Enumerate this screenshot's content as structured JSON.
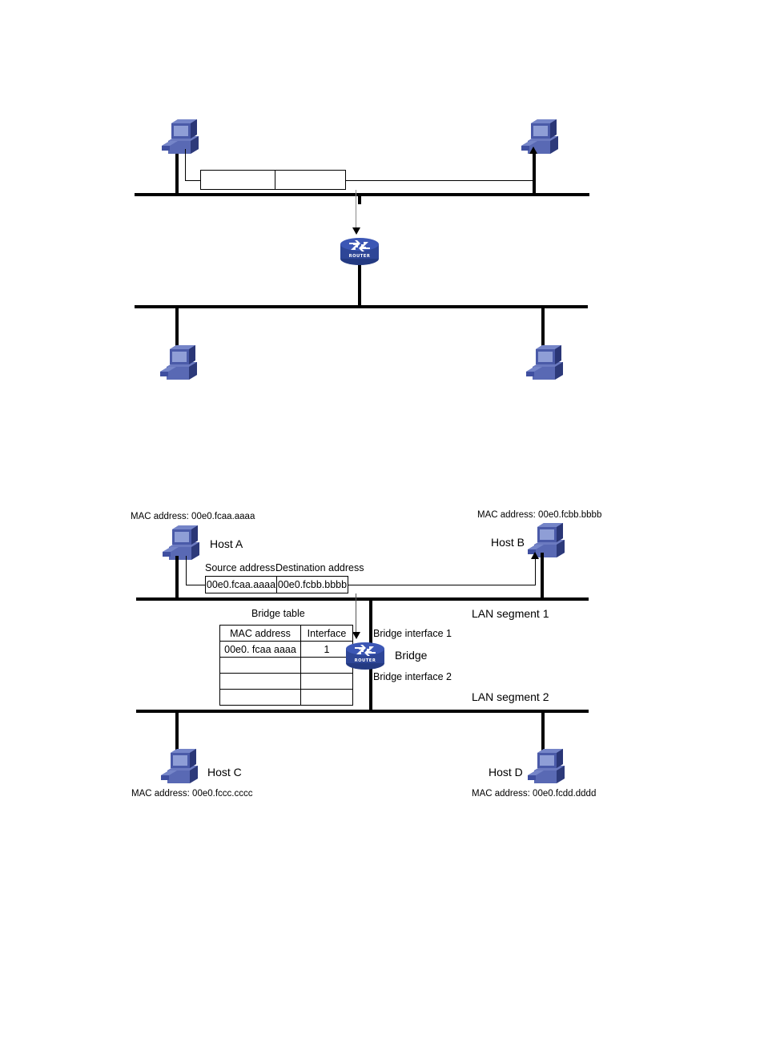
{
  "page": {
    "background": "#ffffff",
    "line_color": "#000000",
    "icon_blue_dark": "#2d3a7a",
    "icon_blue_mid": "#4a5aa8",
    "icon_blue_light": "#8f9ed6",
    "router_blue": "#3a4da0"
  },
  "figure_top": {
    "frame": {
      "source_value": "",
      "destination_value": ""
    },
    "icons": {
      "host_left": "workstation-icon",
      "host_right": "workstation-icon",
      "bridge": "router-icon"
    }
  },
  "figure_bottom": {
    "hosts": [
      {
        "id": "host-a",
        "name": "Host A",
        "mac_label": "MAC address: 00e0.fcaa.aaaa",
        "icon": "workstation-icon"
      },
      {
        "id": "host-b",
        "name": "Host B",
        "mac_label": "MAC address: 00e0.fcbb.bbbb",
        "icon": "workstation-icon"
      },
      {
        "id": "host-c",
        "name": "Host C",
        "mac_label": "MAC address: 00e0.fccc.cccc",
        "icon": "workstation-icon"
      },
      {
        "id": "host-d",
        "name": "Host D",
        "mac_label": "MAC address: 00e0.fcdd.dddd",
        "icon": "workstation-icon"
      }
    ],
    "frame": {
      "source_caption": "Source address",
      "destination_caption": "Destination address",
      "source_value": "00e0.fcaa.aaaa",
      "destination_value": "00e0.fcbb.bbbb"
    },
    "bridge_table": {
      "caption": "Bridge table",
      "columns": [
        "MAC address",
        "Interface"
      ],
      "rows": [
        {
          "mac": "00e0. fcaa aaaa",
          "interface": "1"
        },
        {
          "mac": "",
          "interface": ""
        },
        {
          "mac": "",
          "interface": ""
        },
        {
          "mac": "",
          "interface": ""
        }
      ]
    },
    "bridge": {
      "label": "Bridge",
      "interface_1": "Bridge interface 1",
      "interface_2": "Bridge interface 2",
      "icon": "router-icon"
    },
    "segments": {
      "segment_1": "LAN segment 1",
      "segment_2": "LAN segment 2"
    }
  }
}
